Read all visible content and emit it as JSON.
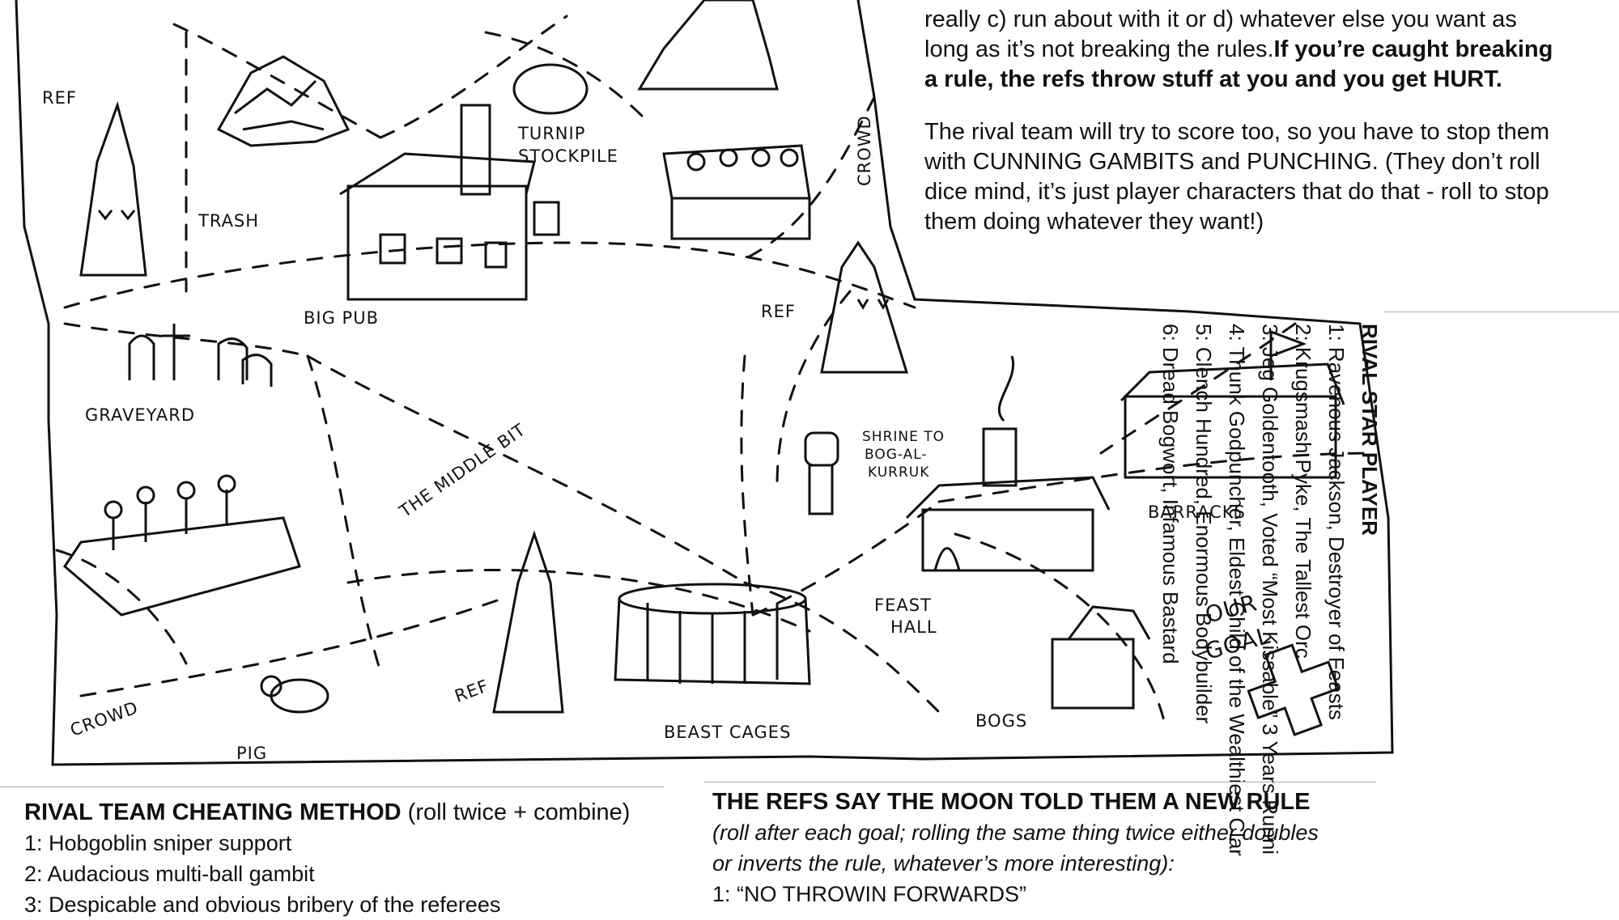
{
  "rules_text": {
    "line1_partial": "really c) run about with it or d) whatever else you want as",
    "line2": "long as it’s not breaking the rules.",
    "line2_bold": "If you’re caught breaking",
    "line3_bold": "a rule, the refs throw stuff at you and you get HURT.",
    "para2_line1": "The rival team will try to score too, so you have to stop them",
    "para2_line2": "with CUNNING GAMBITS and PUNCHING. (They don’t roll",
    "para2_line3": "dice mind, it’s just player characters that do that - roll to stop",
    "para2_line4": "them doing whatever they want!)"
  },
  "map_labels": {
    "ref_topleft": "REF",
    "trash": "TRASH",
    "turnip": "TURNIP",
    "stockpile": "STOCKPILE",
    "big_pub": "BIG PUB",
    "crowd_top": "CROWD",
    "ref_mid": "REF",
    "graveyard": "GRAVEYARD",
    "middle_bit": "THE MIDDLE BIT",
    "shrine1": "SHRINE TO",
    "shrine2": "BOG-AL-",
    "shrine3": "KURRUK",
    "barracks": "BARRACKS",
    "feast": "FEAST",
    "hall": "HALL",
    "our": "OUR",
    "goal": "GOAL",
    "crowd_bottom": "CROWD",
    "pig": "PIG",
    "ref_bottom": "REF",
    "beast_cages": "BEAST CAGES",
    "bogs": "BOGS"
  },
  "star_player": {
    "heading": "RIVAL STAR PLAYER",
    "items": [
      "1: Ravenous Jackson, Destroyer of Feasts",
      "2: Krugsmash Pyke, The Tallest Orc",
      "3: Jeg Goldentooth, Voted “Most Kissable” 3 Years Runni",
      "4: Thunk Godpuncher, Eldest Child of the Wealthiest Clar",
      "5: Clench Hundred, Enormous Bodybuilder",
      "6: Dread Bogwort, Infamous Bastard"
    ]
  },
  "cheating": {
    "heading": "RIVAL TEAM CHEATING METHOD",
    "heading_note": "(roll twice + combine)",
    "items": [
      "1: Hobgoblin sniper support",
      "2: Audacious multi-ball gambit",
      "3: Despicable and obvious bribery of the referees"
    ]
  },
  "moon_rule": {
    "heading": "THE REFS SAY THE MOON TOLD THEM A NEW RULE",
    "note_line1": "(roll after each goal; rolling the same thing twice either doubles",
    "note_line2": "or inverts the rule, whatever’s more interesting):",
    "items": [
      "1: “NO THROWIN FORWARDS”"
    ]
  }
}
